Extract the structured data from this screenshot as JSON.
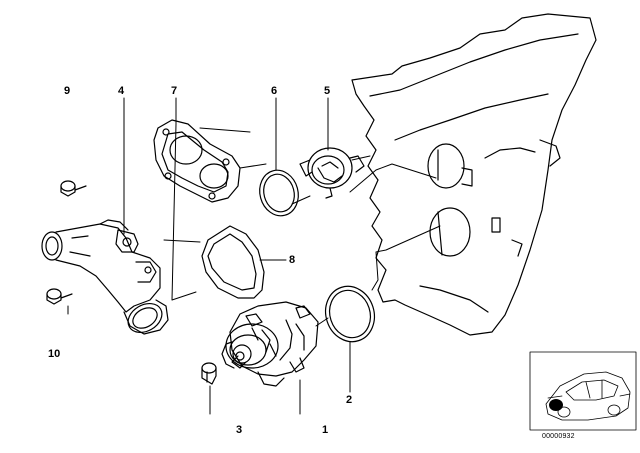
{
  "callouts": {
    "c1": "1",
    "c2": "2",
    "c3": "3",
    "c4": "4",
    "c5": "5",
    "c6": "6",
    "c7": "7",
    "c8": "8",
    "c9": "9",
    "c10": "10"
  },
  "diagram_code": "00000932",
  "colors": {
    "ink": "#000000",
    "paper": "#ffffff"
  },
  "parts": [
    "engine-block-outline",
    "water-pump",
    "pump-o-ring",
    "pump-bolt",
    "thermostat-housing",
    "bolt",
    "thermostat",
    "thermostat-o-ring",
    "housing-gasket",
    "pipe-gasket",
    "car-location-inset"
  ]
}
